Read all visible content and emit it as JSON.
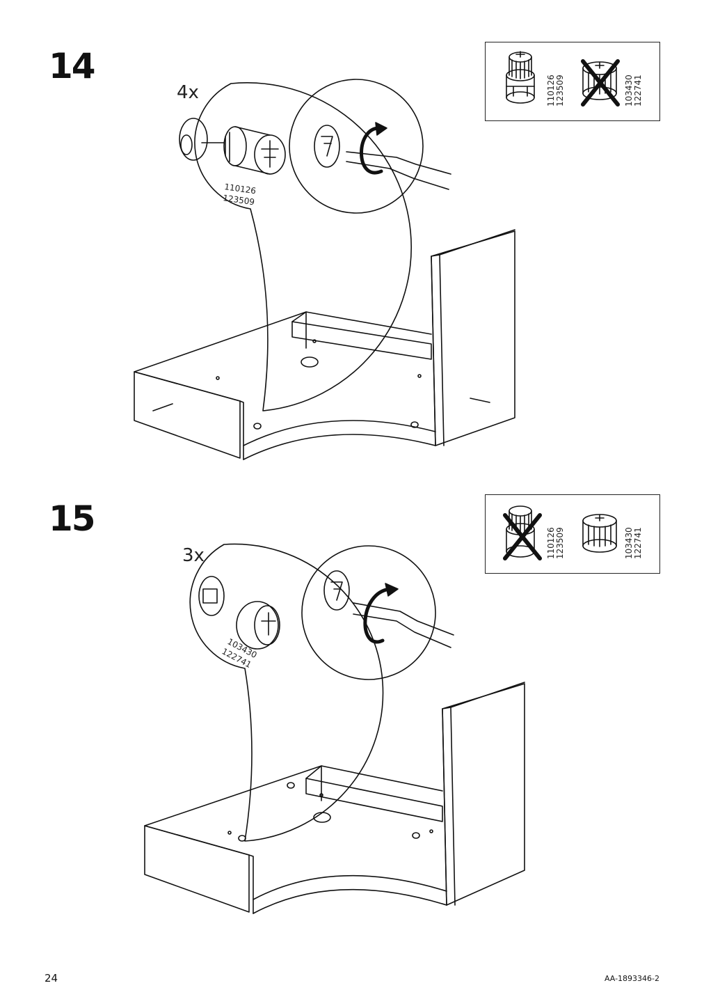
{
  "steps": [
    {
      "number": "14",
      "quantity": "4x",
      "part_codes": [
        "110126",
        "123509"
      ],
      "reference": {
        "allowed_codes": [
          "110126",
          "123509"
        ],
        "forbidden_codes": [
          "103430",
          "122741"
        ]
      }
    },
    {
      "number": "15",
      "quantity": "3x",
      "part_codes": [
        "103430",
        "122741"
      ],
      "reference": {
        "forbidden_codes": [
          "110126",
          "123509"
        ],
        "allowed_codes": [
          "103430",
          "122741"
        ]
      }
    }
  ],
  "footer": {
    "page_number": "24",
    "document_code": "AA-1893346-2"
  }
}
